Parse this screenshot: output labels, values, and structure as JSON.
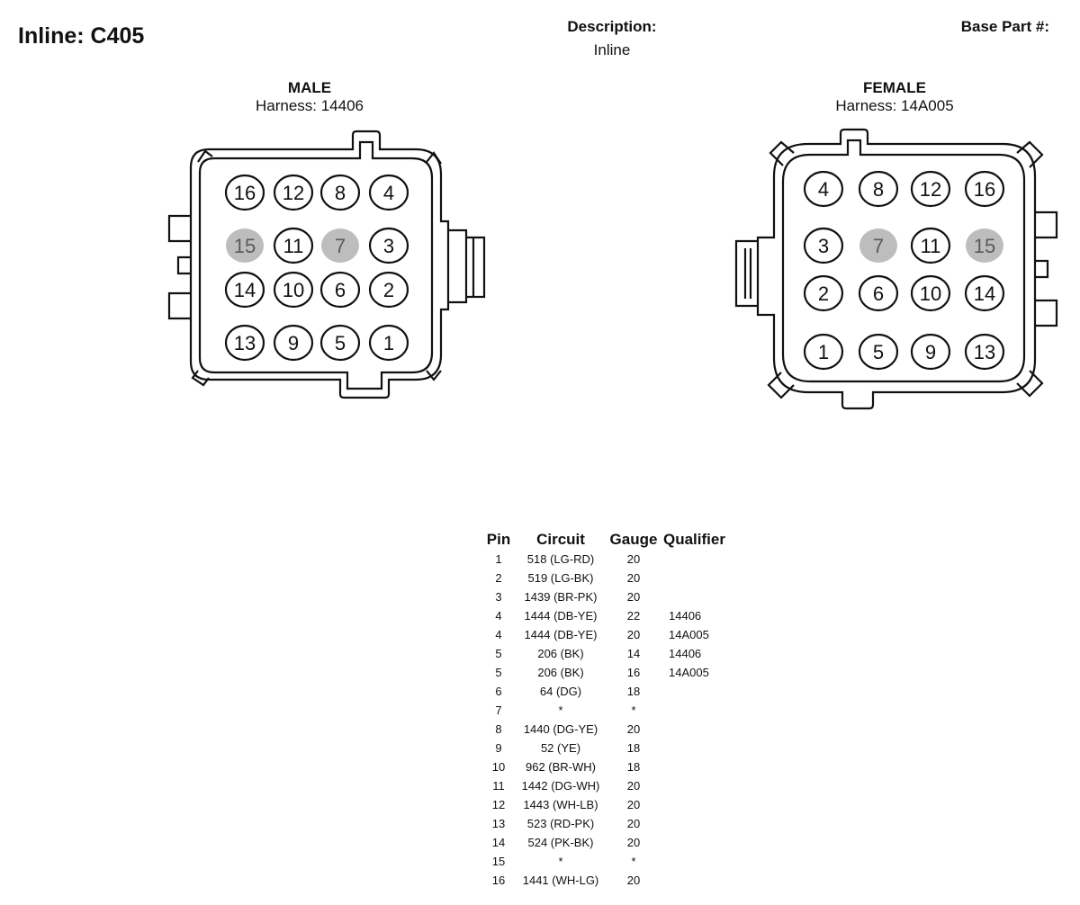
{
  "header": {
    "title": "Inline: C405",
    "description_label": "Description:",
    "description_value": "Inline",
    "base_part_label": "Base Part #:"
  },
  "male": {
    "title": "MALE",
    "harness": "Harness: 14406",
    "rows": [
      [
        "16",
        "12",
        "8",
        "4"
      ],
      [
        "15",
        "11",
        "7",
        "3"
      ],
      [
        "14",
        "10",
        "6",
        "2"
      ],
      [
        "13",
        "9",
        "5",
        "1"
      ]
    ]
  },
  "female": {
    "title": "FEMALE",
    "harness": "Harness: 14A005",
    "rows": [
      [
        "4",
        "8",
        "12",
        "16"
      ],
      [
        "3",
        "7",
        "11",
        "15"
      ],
      [
        "2",
        "6",
        "10",
        "14"
      ],
      [
        "1",
        "5",
        "9",
        "13"
      ]
    ]
  },
  "unused_pins": [
    "7",
    "15"
  ],
  "colors": {
    "unused_pin_fill": "#bdbdbd",
    "unused_pin_text": "#5a5a5a"
  },
  "table": {
    "headers": {
      "pin": "Pin",
      "circuit": "Circuit",
      "gauge": "Gauge",
      "qualifier": "Qualifier"
    },
    "rows": [
      {
        "pin": "1",
        "circuit": "518 (LG-RD)",
        "gauge": "20",
        "qualifier": ""
      },
      {
        "pin": "2",
        "circuit": "519 (LG-BK)",
        "gauge": "20",
        "qualifier": ""
      },
      {
        "pin": "3",
        "circuit": "1439 (BR-PK)",
        "gauge": "20",
        "qualifier": ""
      },
      {
        "pin": "4",
        "circuit": "1444 (DB-YE)",
        "gauge": "22",
        "qualifier": "14406"
      },
      {
        "pin": "4",
        "circuit": "1444 (DB-YE)",
        "gauge": "20",
        "qualifier": "14A005"
      },
      {
        "pin": "5",
        "circuit": "206 (BK)",
        "gauge": "14",
        "qualifier": "14406"
      },
      {
        "pin": "5",
        "circuit": "206 (BK)",
        "gauge": "16",
        "qualifier": "14A005"
      },
      {
        "pin": "6",
        "circuit": "64 (DG)",
        "gauge": "18",
        "qualifier": ""
      },
      {
        "pin": "7",
        "circuit": "*",
        "gauge": "*",
        "qualifier": ""
      },
      {
        "pin": "8",
        "circuit": "1440 (DG-YE)",
        "gauge": "20",
        "qualifier": ""
      },
      {
        "pin": "9",
        "circuit": "52 (YE)",
        "gauge": "18",
        "qualifier": ""
      },
      {
        "pin": "10",
        "circuit": "962 (BR-WH)",
        "gauge": "18",
        "qualifier": ""
      },
      {
        "pin": "11",
        "circuit": "1442 (DG-WH)",
        "gauge": "20",
        "qualifier": ""
      },
      {
        "pin": "12",
        "circuit": "1443 (WH-LB)",
        "gauge": "20",
        "qualifier": ""
      },
      {
        "pin": "13",
        "circuit": "523 (RD-PK)",
        "gauge": "20",
        "qualifier": ""
      },
      {
        "pin": "14",
        "circuit": "524 (PK-BK)",
        "gauge": "20",
        "qualifier": ""
      },
      {
        "pin": "15",
        "circuit": "*",
        "gauge": "*",
        "qualifier": ""
      },
      {
        "pin": "16",
        "circuit": "1441 (WH-LG)",
        "gauge": "20",
        "qualifier": ""
      }
    ]
  }
}
